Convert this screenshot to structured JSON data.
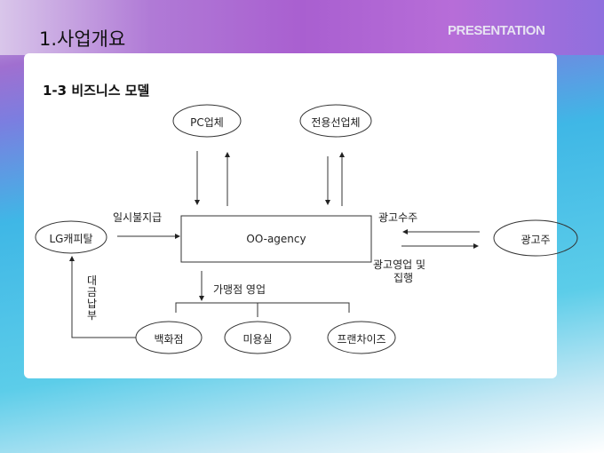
{
  "header": {
    "title": "1.사업개요",
    "brand": "PRESENTATION"
  },
  "subtitle": "1-3 비즈니스 모델",
  "diagram": {
    "center": "OO-agency",
    "nodes": {
      "pc": "PC업체",
      "line": "전용선업체",
      "lg": "LG캐피탈",
      "advertiser": "광고주",
      "dept": "백화점",
      "salon": "미용실",
      "franchise": "프랜차이즈"
    },
    "labels": {
      "lump": "일시불지급",
      "ad_order": "광고수주",
      "ad_sales1": "광고영업 및",
      "ad_sales2": "집행",
      "franchise_sales": "가맹점 영업",
      "payment": "대금납부"
    }
  }
}
